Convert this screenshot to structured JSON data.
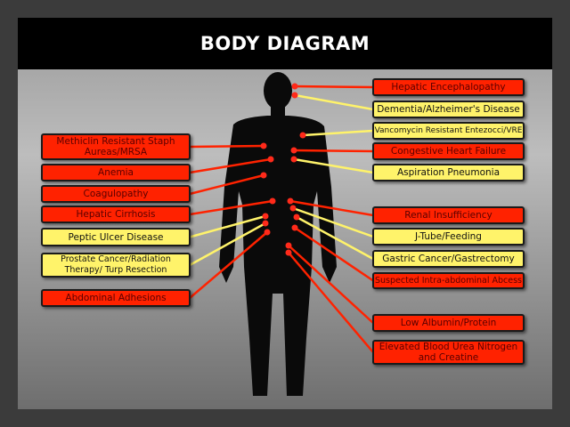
{
  "title": "BODY DIAGRAM",
  "colors": {
    "red": "#ff2200",
    "yellow": "#fff36a",
    "title_bar": "#000000"
  },
  "left_labels": [
    {
      "text": "Methiclin Resistant Staph Aureas/MRSA",
      "color": "red"
    },
    {
      "text": "Anemia",
      "color": "red"
    },
    {
      "text": "Coagulopathy",
      "color": "red"
    },
    {
      "text": "Hepatic Cirrhosis",
      "color": "red"
    },
    {
      "text": "Peptic Ulcer Disease",
      "color": "yellow"
    },
    {
      "text": "Prostate Cancer/Radiation Therapy/ Turp Resection",
      "color": "yellow"
    },
    {
      "text": "Abdominal Adhesions",
      "color": "red"
    }
  ],
  "right_labels": [
    {
      "text": "Hepatic Encephalopathy",
      "color": "red"
    },
    {
      "text": "Dementia/Alzheimer's Disease",
      "color": "yellow"
    },
    {
      "text": "Vancomycin Resistant Entezocci/VRE",
      "color": "yellow"
    },
    {
      "text": "Congestive Heart Failure",
      "color": "red"
    },
    {
      "text": "Aspiration Pneumonia",
      "color": "yellow"
    },
    {
      "text": "Renal Insufficiency",
      "color": "red"
    },
    {
      "text": "J-Tube/Feeding",
      "color": "yellow"
    },
    {
      "text": "Gastric Cancer/Gastrectomy",
      "color": "yellow"
    },
    {
      "text": "Suspected Intra-abdominal Abcess",
      "color": "red"
    },
    {
      "text": "Low Albumin/Protein",
      "color": "red"
    },
    {
      "text": "Elevated Blood Urea Nitrogen and Creatine",
      "color": "red"
    }
  ]
}
